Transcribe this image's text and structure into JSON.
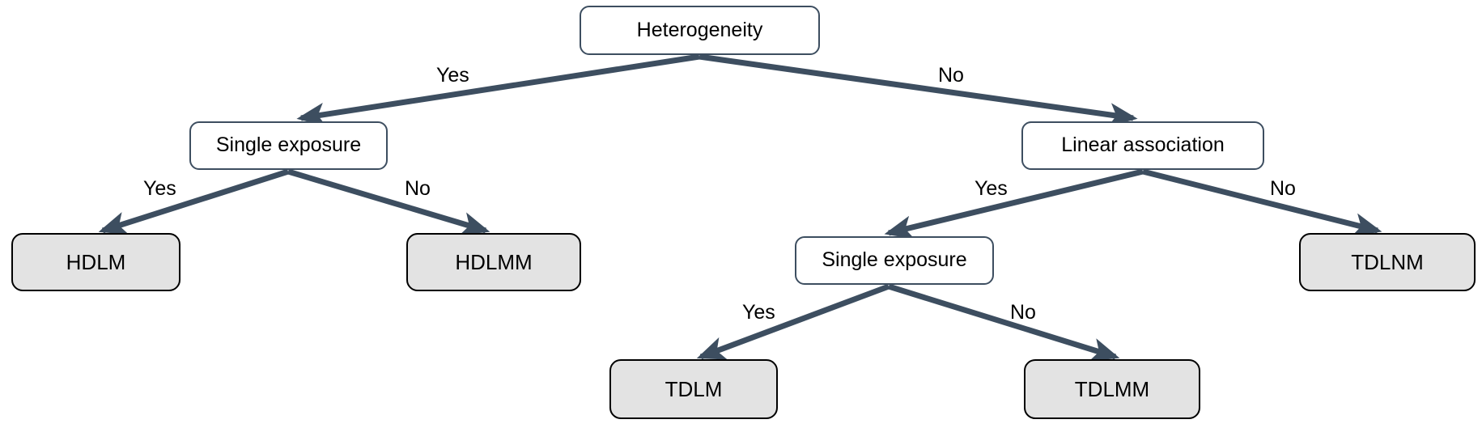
{
  "diagram": {
    "type": "decision-tree",
    "colors": {
      "edge": "#3D4E60",
      "decision_border": "#3D4E60",
      "decision_fill": "#FFFFFF",
      "leaf_border": "#000000",
      "leaf_fill": "#E3E3E3",
      "text": "#000000",
      "background": "#FFFFFF"
    },
    "nodes": {
      "root": {
        "label": "Heterogeneity",
        "kind": "decision"
      },
      "left_single_exposure": {
        "label": "Single exposure",
        "kind": "decision"
      },
      "linear_association": {
        "label": "Linear association",
        "kind": "decision"
      },
      "right_single_exposure": {
        "label": "Single exposure",
        "kind": "decision"
      },
      "hdlm": {
        "label": "HDLM",
        "kind": "leaf"
      },
      "hdlmm": {
        "label": "HDLMM",
        "kind": "leaf"
      },
      "tdlnm": {
        "label": "TDLNM",
        "kind": "leaf"
      },
      "tdlm": {
        "label": "TDLM",
        "kind": "leaf"
      },
      "tdlmm": {
        "label": "TDLMM",
        "kind": "leaf"
      }
    },
    "edge_labels": {
      "root_yes": "Yes",
      "root_no": "No",
      "left_yes": "Yes",
      "left_no": "No",
      "linear_yes": "Yes",
      "linear_no": "No",
      "bottom_yes": "Yes",
      "bottom_no": "No"
    }
  }
}
